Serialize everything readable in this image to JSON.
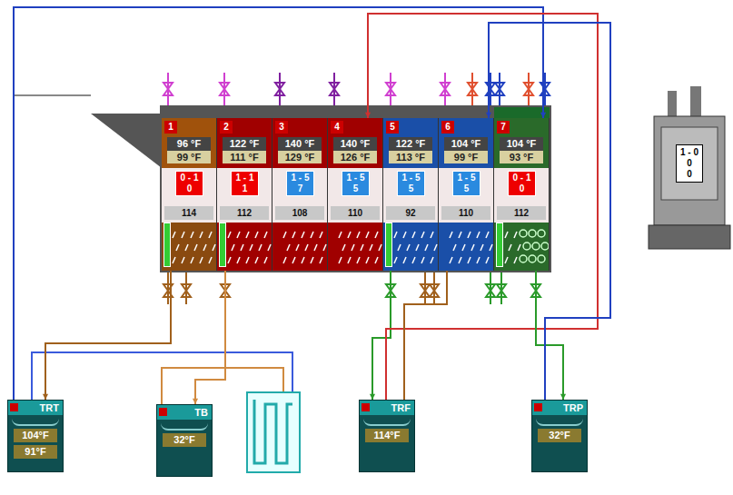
{
  "diagram": {
    "nodes": [
      {
        "text": [
          "1",
          "96 °F",
          "99 °F",
          "0 - 1",
          "0",
          "114"
        ]
      },
      {
        "text": [
          "2",
          "122 °F",
          "111 °F",
          "1 - 1",
          "1",
          "112"
        ]
      },
      {
        "text": [
          "3",
          "140 °F",
          "129 °F",
          "1 - 5",
          "7",
          "108"
        ]
      },
      {
        "text": [
          "4",
          "140 °F",
          "126 °F",
          "1 - 5",
          "5",
          "110"
        ]
      },
      {
        "text": [
          "5",
          "122 °F",
          "113 °F",
          "1 - 5",
          "5",
          "92"
        ]
      },
      {
        "text": [
          "6",
          "104 °F",
          "99 °F",
          "1 - 5",
          "5",
          "110"
        ]
      },
      {
        "text": [
          "7",
          "104 °F",
          "93 °F",
          "0 - 1",
          "0",
          "112"
        ]
      },
      {
        "text": [
          "1 - 0",
          "0",
          "0"
        ]
      },
      {
        "text": [
          "TRT",
          "104°F",
          "91°F"
        ]
      },
      {
        "text": [
          "TB",
          "32°F"
        ]
      },
      {
        "text": [
          "TRF",
          "114°F"
        ]
      },
      {
        "text": [
          "TRP",
          "32°F"
        ]
      }
    ],
    "edges": [
      {
        "from": 8,
        "to": 6,
        "arrow": "to"
      },
      {
        "from": 0,
        "to": 8,
        "arrow": "to"
      },
      {
        "from": 1,
        "to": 9,
        "arrow": "to"
      },
      {
        "from": 4,
        "to": 10,
        "arrow": "to"
      },
      {
        "from": 10,
        "to": 3,
        "arrow": "to"
      },
      {
        "from": 6,
        "to": 11,
        "arrow": "to"
      },
      {
        "from": 11,
        "to": 5,
        "arrow": "to"
      },
      {
        "from": 5,
        "to": 10,
        "arrow": "none"
      }
    ]
  }
}
